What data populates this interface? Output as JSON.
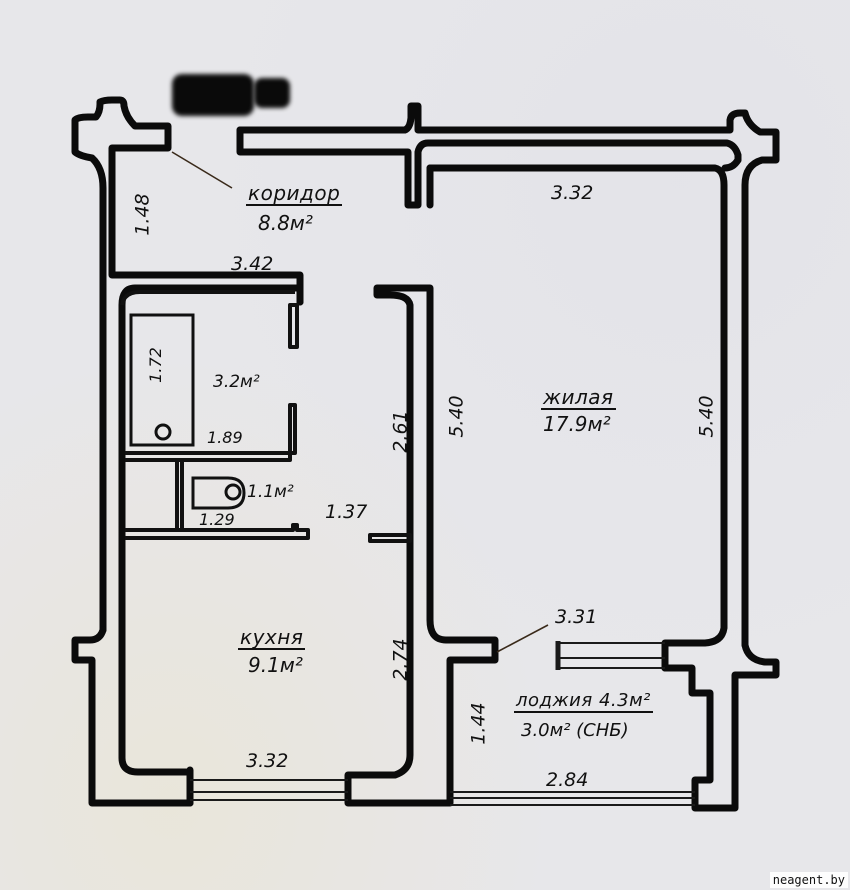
{
  "plan": {
    "type": "apartment-floor-plan",
    "rooms": {
      "corridor": {
        "name": "коридор",
        "area": "8.8м²",
        "dims": {
          "height": "1.48",
          "width": "3.42"
        }
      },
      "bathroom": {
        "area": "3.2м²",
        "dims": {
          "bath_length": "1.72",
          "width": "1.89"
        }
      },
      "toilet": {
        "area": "1.1м²",
        "dims": {
          "width": "1.29"
        }
      },
      "hall_passage": {
        "dims": {
          "length": "2.61",
          "door_width": "1.37"
        }
      },
      "living": {
        "name": "жилая",
        "area": "17.9м²",
        "dims": {
          "width": "3.32",
          "left_height": "5.40",
          "right_height": "5.40"
        }
      },
      "kitchen": {
        "name": "кухня",
        "area": "9.1м²",
        "dims": {
          "height": "2.74",
          "width": "3.32"
        }
      },
      "loggia": {
        "name": "лоджия",
        "area": "4.3м²",
        "area_snb": "3.0м² (СНБ)",
        "dims": {
          "window_width": "3.31",
          "height": "1.44",
          "width": "2.84"
        }
      }
    }
  },
  "watermark": "neagent.by"
}
